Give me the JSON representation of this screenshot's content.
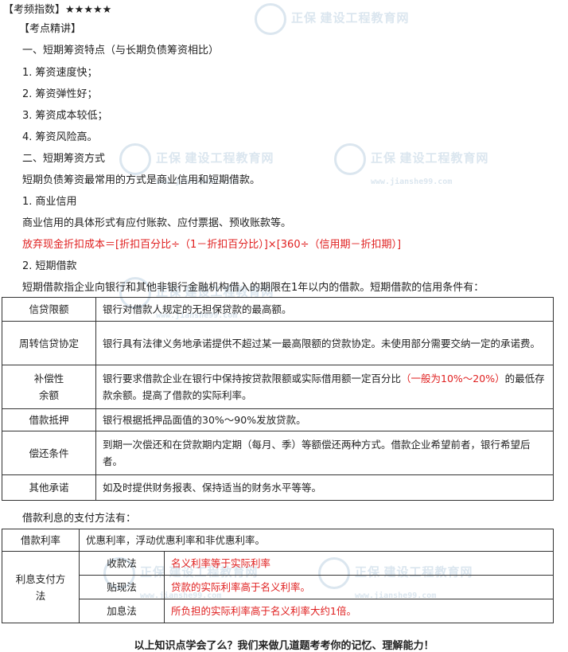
{
  "header": {
    "rating_label": "【考频指数】",
    "stars": "★★★★★"
  },
  "watermark": {
    "brand": "正保",
    "name": "建设工程教育网",
    "url": "www.jianshe99.com"
  },
  "lines": {
    "section_label": "【考点精讲】",
    "h1": "一、短期筹资特点（与长期负债筹资相比）",
    "p1": "1. 筹资速度快；",
    "p2": "2. 筹资弹性好；",
    "p3": "3. 筹资成本较低；",
    "p4": "4. 筹资风险高。",
    "h2": "二、短期筹资方式",
    "p5": "短期负债筹资最常用的方式是商业信用和短期借款。",
    "p6": "1. 商业信用",
    "p7": "商业信用的具体形式有应付账款、应付票据、预收账款等。",
    "formula": "放弃现金折扣成本＝[折扣百分比÷（1－折扣百分比）]×[360÷（信用期－折扣期）]",
    "p8": "2. 短期借款",
    "p9": "短期借款指企业向银行和其他非银行金融机构借入的期限在1年以内的借款。短期借款的信用条件有：",
    "p10": "借款利息的支付方法有："
  },
  "credit_table": {
    "r1_k": "信贷限额",
    "r1_v": "银行对借款人规定的无担保贷款的最高额。",
    "r2_k": "周转信贷协定",
    "r2_v": "银行具有法律义务地承诺提供不超过某一最高限额的贷款协定。未使用部分需要交纳一定的承诺费。",
    "r3_k1": "补偿性",
    "r3_k2": "余额",
    "r3_v_a": "银行要求借款企业在银行中保持按贷款限额或实际借用额一定百分比",
    "r3_v_red": "（一般为10%～20%）",
    "r3_v_b": "的最低存款余额。提高了借款的实际利率。",
    "r4_k": "借款抵押",
    "r4_v": "银行根据抵押品面值的30%～90%发放贷款。",
    "r5_k": "偿还条件",
    "r5_v": "到期一次偿还和在贷款期内定期（每月、季）等额偿还两种方式。借款企业希望前者，银行希望后者。",
    "r6_k": "其他承诺",
    "r6_v": "如及时提供财务报表、保持适当的财务水平等等。"
  },
  "interest_table": {
    "r1_k": "借款利率",
    "r1_v": "优惠利率，浮动优惠利率和非优惠利率。",
    "r2_k1": "利息支付方",
    "r2_k2": "法",
    "m1": "收款法",
    "d1": "名义利率等于实际利率",
    "m2": "贴现法",
    "d2": "贷款的实际利率高于名义利率。",
    "m3": "加息法",
    "d3": "所负担的实际利率高于名义利率大约1倍。"
  },
  "footer": "以上知识点学会了么？我们来做几道题考考你的记忆、理解能力！"
}
